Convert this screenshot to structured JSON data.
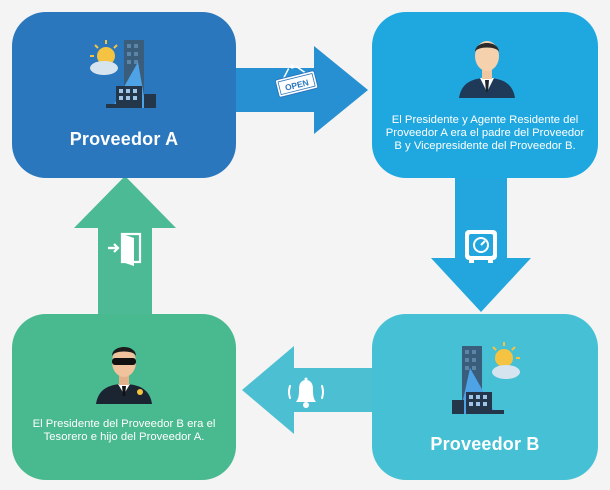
{
  "nodes": {
    "proveedor_a": {
      "title": "Proveedor A"
    },
    "presidente": {
      "text": "El Presidente y Agente Residente del Proveedor A era el padre del Proveedor B y Vicepresidente del Proveedor B."
    },
    "proveedor_b": {
      "title": "Proveedor B"
    },
    "tesorero": {
      "text": "El Presidente del Proveedor B era el Tesorero e hijo del Proveedor A."
    }
  },
  "icons": {
    "building_a": "building-sun-icon",
    "businessman": "businessman-icon",
    "building_b": "building-sun-icon",
    "guard": "security-guard-icon",
    "open_sign": "open-sign-icon",
    "safe": "safe-icon",
    "bell": "ringing-bell-icon",
    "exit": "exit-door-icon"
  },
  "signs": {
    "open": "OPEN"
  },
  "colors": {
    "proveedor_a": "#2a77bd",
    "presidente": "#1fa8e0",
    "proveedor_b": "#45c0d4",
    "tesorero": "#49b98f",
    "arrow_right": "#2690d2",
    "arrow_down": "#23a6dd",
    "arrow_left": "#4dbfd2",
    "arrow_up": "#4cbb95"
  }
}
